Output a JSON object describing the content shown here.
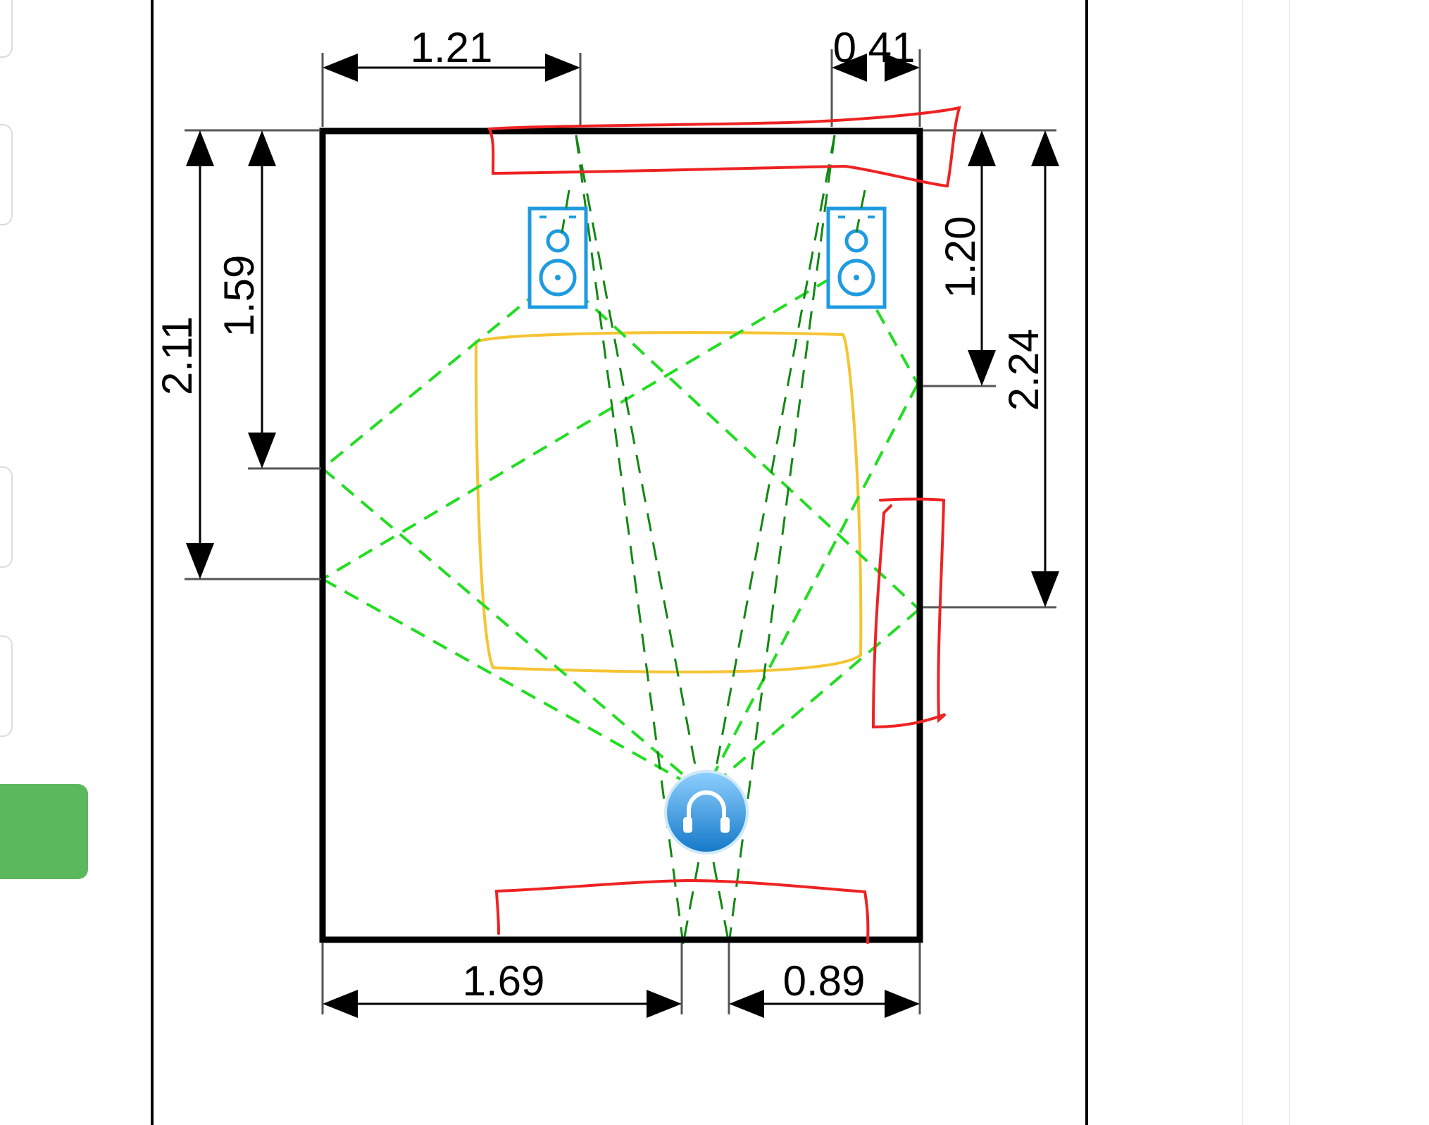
{
  "dimensions": {
    "top_left_spk_offset": "1.21",
    "top_right_spk_offset": "0.41",
    "left_upper": "1.59",
    "left_lower": "2.11",
    "right_upper": "1.20",
    "right_lower": "2.24",
    "bottom_left": "1.69",
    "bottom_right": "0.89"
  },
  "icons": {
    "left_speaker": "speaker-icon",
    "right_speaker": "speaker-icon",
    "listener": "headphones-icon"
  },
  "colors": {
    "wall": "#000000",
    "speaker": "#1e9be0",
    "reflection_path": "#22dd22",
    "direct_path": "#118811",
    "rug_outline": "#f5c433",
    "markup": "#ee2222",
    "action_button": "#5cb85c"
  }
}
